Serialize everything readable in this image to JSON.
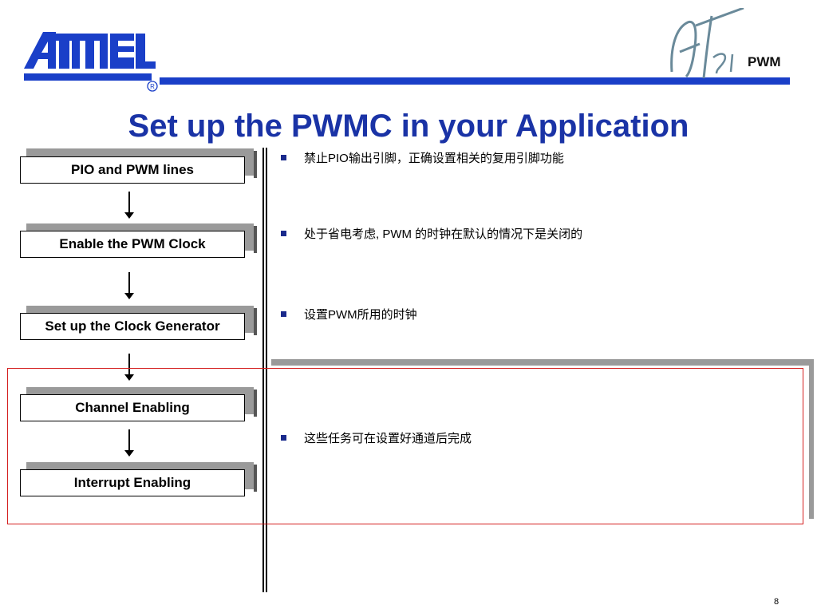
{
  "header": {
    "company_logo_text": "ATMEL",
    "product_logo_text": "AT91",
    "section_label": "PWM"
  },
  "title": "Set up the PWMC in your Application",
  "steps": [
    {
      "label": "PIO and PWM lines"
    },
    {
      "label": "Enable the PWM Clock"
    },
    {
      "label": "Set up the Clock Generator"
    },
    {
      "label": "Channel Enabling"
    },
    {
      "label": "Interrupt Enabling"
    }
  ],
  "bullets": [
    "禁止PIO输出引脚，正确设置相关的复用引脚功能",
    "处于省电考虑, PWM 的时钟在默认的情况下是关闭的",
    "设置PWM所用的时钟",
    "这些任务可在设置好通道后完成"
  ],
  "page_number": "8",
  "colors": {
    "brand_blue": "#1a3fc8",
    "title_blue": "#1a33a6",
    "highlight_red": "#d42020"
  }
}
